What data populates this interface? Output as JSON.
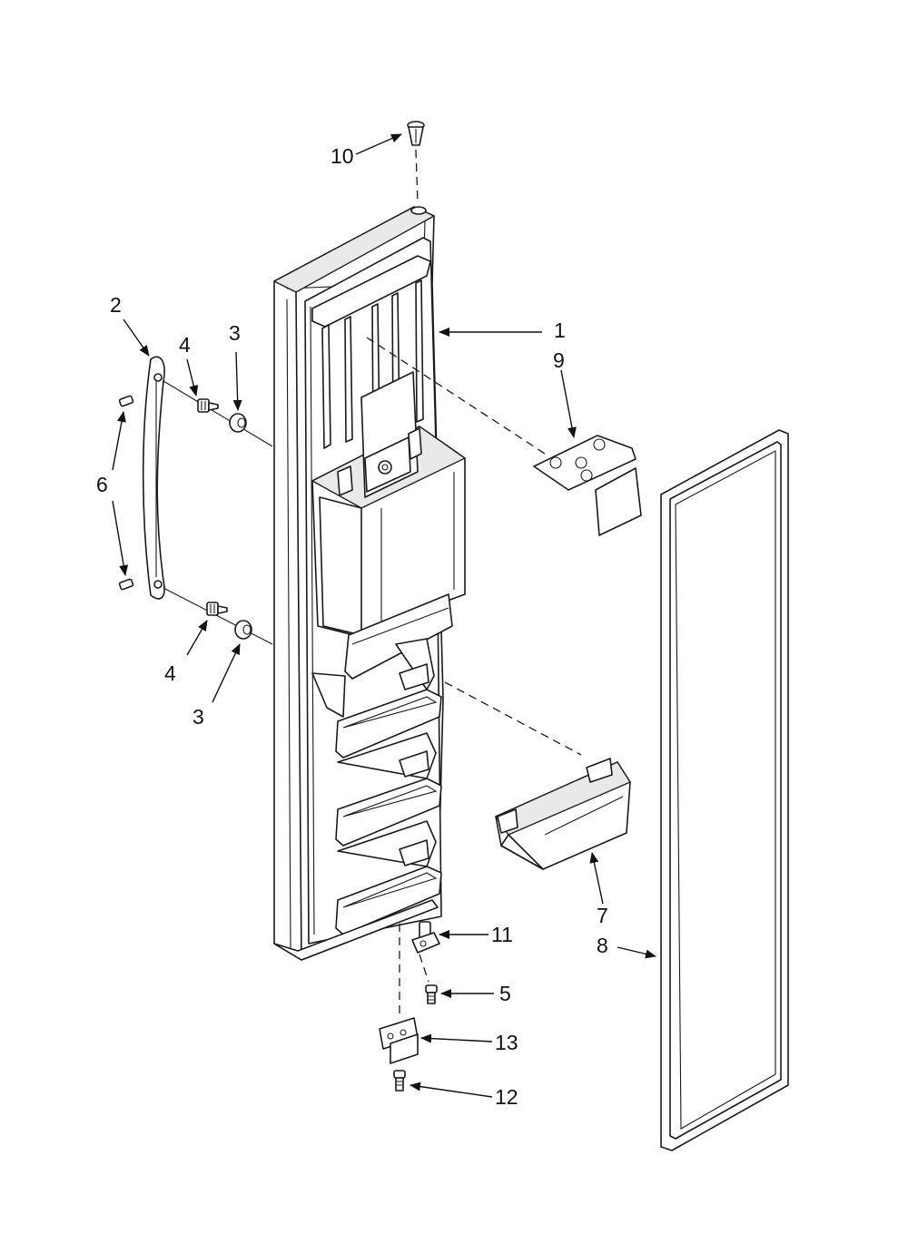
{
  "callouts": {
    "c1": "1",
    "c2": "2",
    "c3_upper": "3",
    "c3_lower": "3",
    "c4_upper": "4",
    "c4_lower": "4",
    "c5": "5",
    "c6": "6",
    "c7": "7",
    "c8": "8",
    "c9": "9",
    "c10": "10",
    "c11": "11",
    "c12": "12",
    "c13": "13"
  },
  "colors": {
    "line": "#1a1a1a",
    "background": "#ffffff",
    "shade": "#e9e9e9"
  }
}
